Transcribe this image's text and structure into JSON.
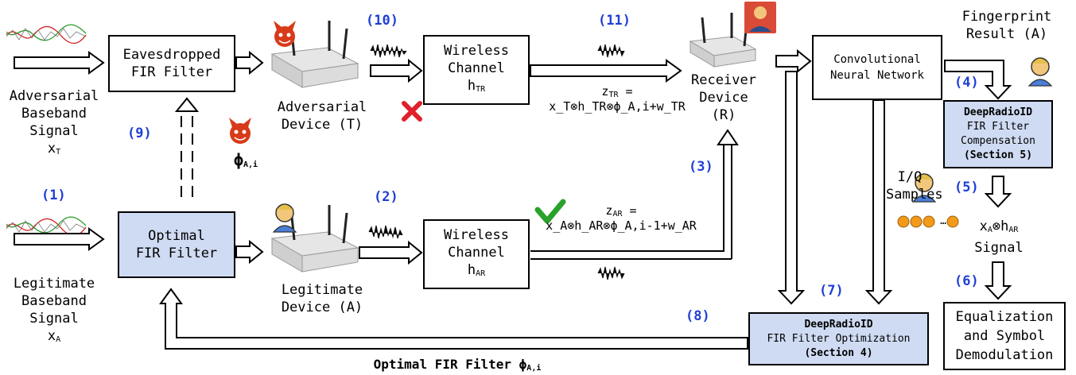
{
  "boxes": {
    "eavesdropped": [
      "Eavesdropped",
      "FIR Filter"
    ],
    "optimal": [
      "Optimal",
      "FIR Filter"
    ],
    "channel_top": [
      "Wireless",
      "Channel"
    ],
    "channel_top_sym": "h",
    "channel_top_sub": "TR",
    "channel_bot": [
      "Wireless",
      "Channel"
    ],
    "channel_bot_sym": "h",
    "channel_bot_sub": "AR",
    "cnn": [
      "Convolutional",
      "Neural Network"
    ],
    "compensation": {
      "title": "DeepRadioID",
      "line1": "FIR Filter",
      "line2": "Compensation",
      "sect": "(Section 5)"
    },
    "optimization": {
      "title": "DeepRadioID",
      "line1": "FIR Filter Optimization",
      "sect": "(Section 4)"
    },
    "equalization": [
      "Equalization",
      "and Symbol",
      "Demodulation"
    ]
  },
  "labels": {
    "adversarial_signal": [
      "Adversarial",
      "Baseband",
      "Signal"
    ],
    "adversarial_sym": "x",
    "adversarial_sub": "T",
    "legit_signal": [
      "Legitimate",
      "Baseband",
      "Signal"
    ],
    "legit_sym": "x",
    "legit_sub": "A",
    "adversarial_device": [
      "Adversarial",
      "Device (T)"
    ],
    "legit_device": [
      "Legitimate",
      "Device (A)"
    ],
    "receiver": [
      "Receiver",
      "Device",
      "(R)"
    ],
    "fingerprint": [
      "Fingerprint",
      "Result (A)"
    ],
    "iq": [
      "I/Q",
      "Samples"
    ],
    "phi_sym": "ϕ",
    "phi_sub": "A,i",
    "signal_out": "Signal",
    "signal_out_sym": "x",
    "signal_out_sub1": "A",
    "signal_out_mid": "⊗h",
    "signal_out_sub2": "AR",
    "bottom_caption": "Optimal FIR Filter ϕ",
    "bottom_caption_sub": "A,i"
  },
  "equations": {
    "z_tr_lhs": "z",
    "z_tr_lhs_sub": "TR",
    "z_tr_rhs": "x_T⊗h_TR⊗ϕ_A,i+w_TR",
    "z_ar_lhs": "z",
    "z_ar_lhs_sub": "AR",
    "z_ar_rhs": "x_A⊗h_AR⊗ϕ_A,i-1+w_AR",
    "equals": "="
  },
  "steps": [
    "(1)",
    "(2)",
    "(3)",
    "(4)",
    "(5)",
    "(6)",
    "(7)",
    "(8)",
    "(9)",
    "(10)",
    "(11)"
  ],
  "colors": {
    "step": "#1f3fd6",
    "blue_box": "#cfdbf2",
    "check": "#2aa12a",
    "cross": "#e0202a",
    "devil": "#d83a1a"
  }
}
